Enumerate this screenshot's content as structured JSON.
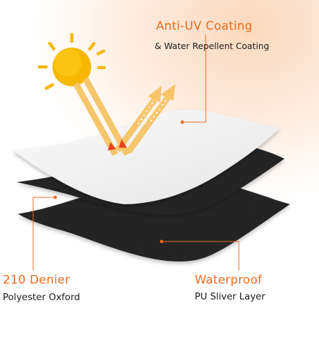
{
  "labels": {
    "anti_uv": {
      "title": "Anti-UV Coating",
      "subtitle": "& Water Repellent Coating"
    },
    "denier": {
      "title": "210 Denier",
      "subtitle": "Polyester Oxford"
    },
    "waterproof": {
      "title": "Waterproof",
      "subtitle": "PU Sliver Layer"
    }
  },
  "colors": {
    "accent": "#f06a1e",
    "sun": "#f6b800",
    "ray": "#f7c56a",
    "coating_layer": "#f4f4f4",
    "fabric_layer": "#1f1f1f",
    "text_dark": "#1a1a1a"
  },
  "icons": [
    "sun-icon",
    "incoming-ray-arrow-icon",
    "reflected-ray-arrow-icon"
  ]
}
